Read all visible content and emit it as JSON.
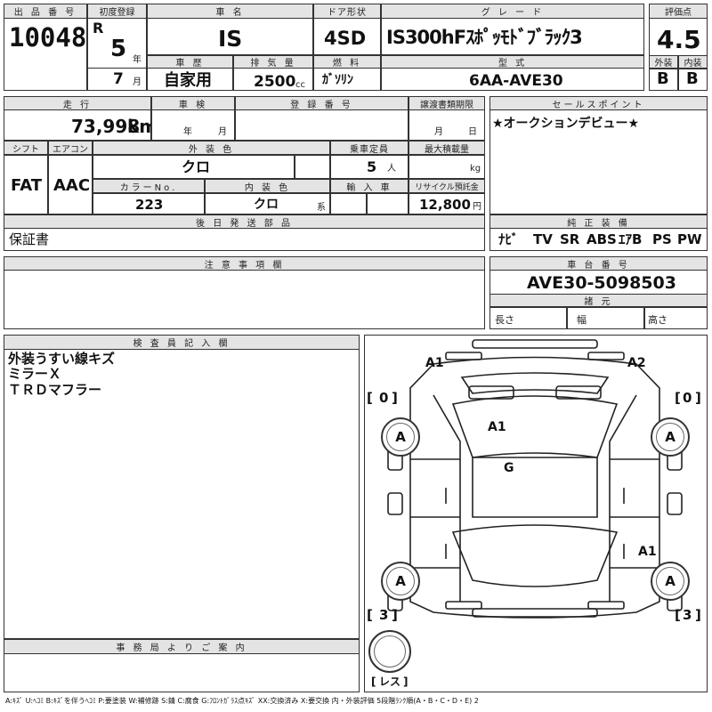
{
  "header": {
    "lot_label": "出 品 番 号",
    "lot_no": "10048",
    "first_reg_label": "初度登録",
    "era": "R",
    "year": "5",
    "year_unit": "年",
    "month": "7",
    "month_unit": "月",
    "name_label": "車 名",
    "car_name": "IS",
    "door_label": "ドア形状",
    "door": "4SD",
    "grade_label": "グ レ ー ド",
    "grade": "IS300hFｽﾎﾟｯﾓﾄﾞﾌﾞﾗｯｸ3",
    "score_label": "評価点",
    "score": "4.5",
    "history_label": "車 歴",
    "history": "自家用",
    "displacement_label": "排 気 量",
    "displacement": "2500",
    "displacement_unit": "cc",
    "fuel_label": "燃 料",
    "fuel": "ｶﾞｿﾘﾝ",
    "model_label": "型 式",
    "model": "6AA-AVE30",
    "ext_label": "外装",
    "ext": "B",
    "int_label": "内装",
    "int": "B"
  },
  "row2": {
    "mileage_label": "走 行",
    "mileage": "73,998",
    "mileage_unit": "km",
    "inspection_label": "車 検",
    "insp_year": "年",
    "insp_month": "月",
    "reg_label": "登 録 番 号",
    "transfer_label": "譲渡書類期限",
    "transfer_month": "月",
    "transfer_day": "日",
    "selling_label": "セールスポイント",
    "selling": "★オークションデビュー★"
  },
  "row3": {
    "shift_label": "シフト",
    "shift": "FAT",
    "ac_label": "エアコン",
    "ac": "AAC",
    "color_label": "外 装 色",
    "color": "クロ",
    "capacity_label": "乗車定員",
    "capacity": "5",
    "capacity_unit": "人",
    "load_label": "最大積載量",
    "load_unit": "kg",
    "colorno_label": "カラーNo.",
    "colorno": "223",
    "interior_label": "内 装 色",
    "interior": "クロ",
    "interior_unit": "系",
    "import_label": "輸 入 車",
    "recycle_label": "リサイクル預託金",
    "recycle": "12,800",
    "recycle_unit": "円"
  },
  "later": {
    "label": "後 日 発 送 部 品",
    "value": "保証書"
  },
  "equipment": {
    "label": "純 正 装 備",
    "items": [
      "ﾅﾋﾞ",
      "TV",
      "SR",
      "ABS",
      "ｴｱB",
      "PS",
      "PW"
    ]
  },
  "notes": {
    "label": "注 意 事 項 欄"
  },
  "chassis": {
    "label": "車 台 番 号",
    "value": "AVE30-5098503",
    "spec_label": "諸 元",
    "length": "長さ",
    "width": "幅",
    "height": "高さ"
  },
  "inspector": {
    "label": "検 査 員 記 入 欄",
    "lines": [
      "外装うすい線キズ",
      "ミラーＸ",
      "ＴＲＤマフラー"
    ]
  },
  "office": {
    "label": "事 務 局 よ り ご 案 内"
  },
  "diagram": {
    "marks": [
      "A1",
      "A2",
      "A1",
      "G",
      "A1"
    ],
    "tires": [
      "A",
      "A",
      "A",
      "A"
    ],
    "tread": [
      "0",
      "0",
      "3",
      "3"
    ],
    "spare": "レス"
  },
  "legend": "A:ｷｽﾞ U:ﾍｺﾐ B:ｷｽﾞを伴うﾍｺﾐ P:要塗装 W:補修跡 S:錆 C:腐食 G:ﾌﾛﾝﾄｶﾞﾗｽ点ｷｽﾞ XX:交換済み X:要交換 内・外装評価 5段階ﾗﾝｸ順(A・B・C・D・E) 2"
}
